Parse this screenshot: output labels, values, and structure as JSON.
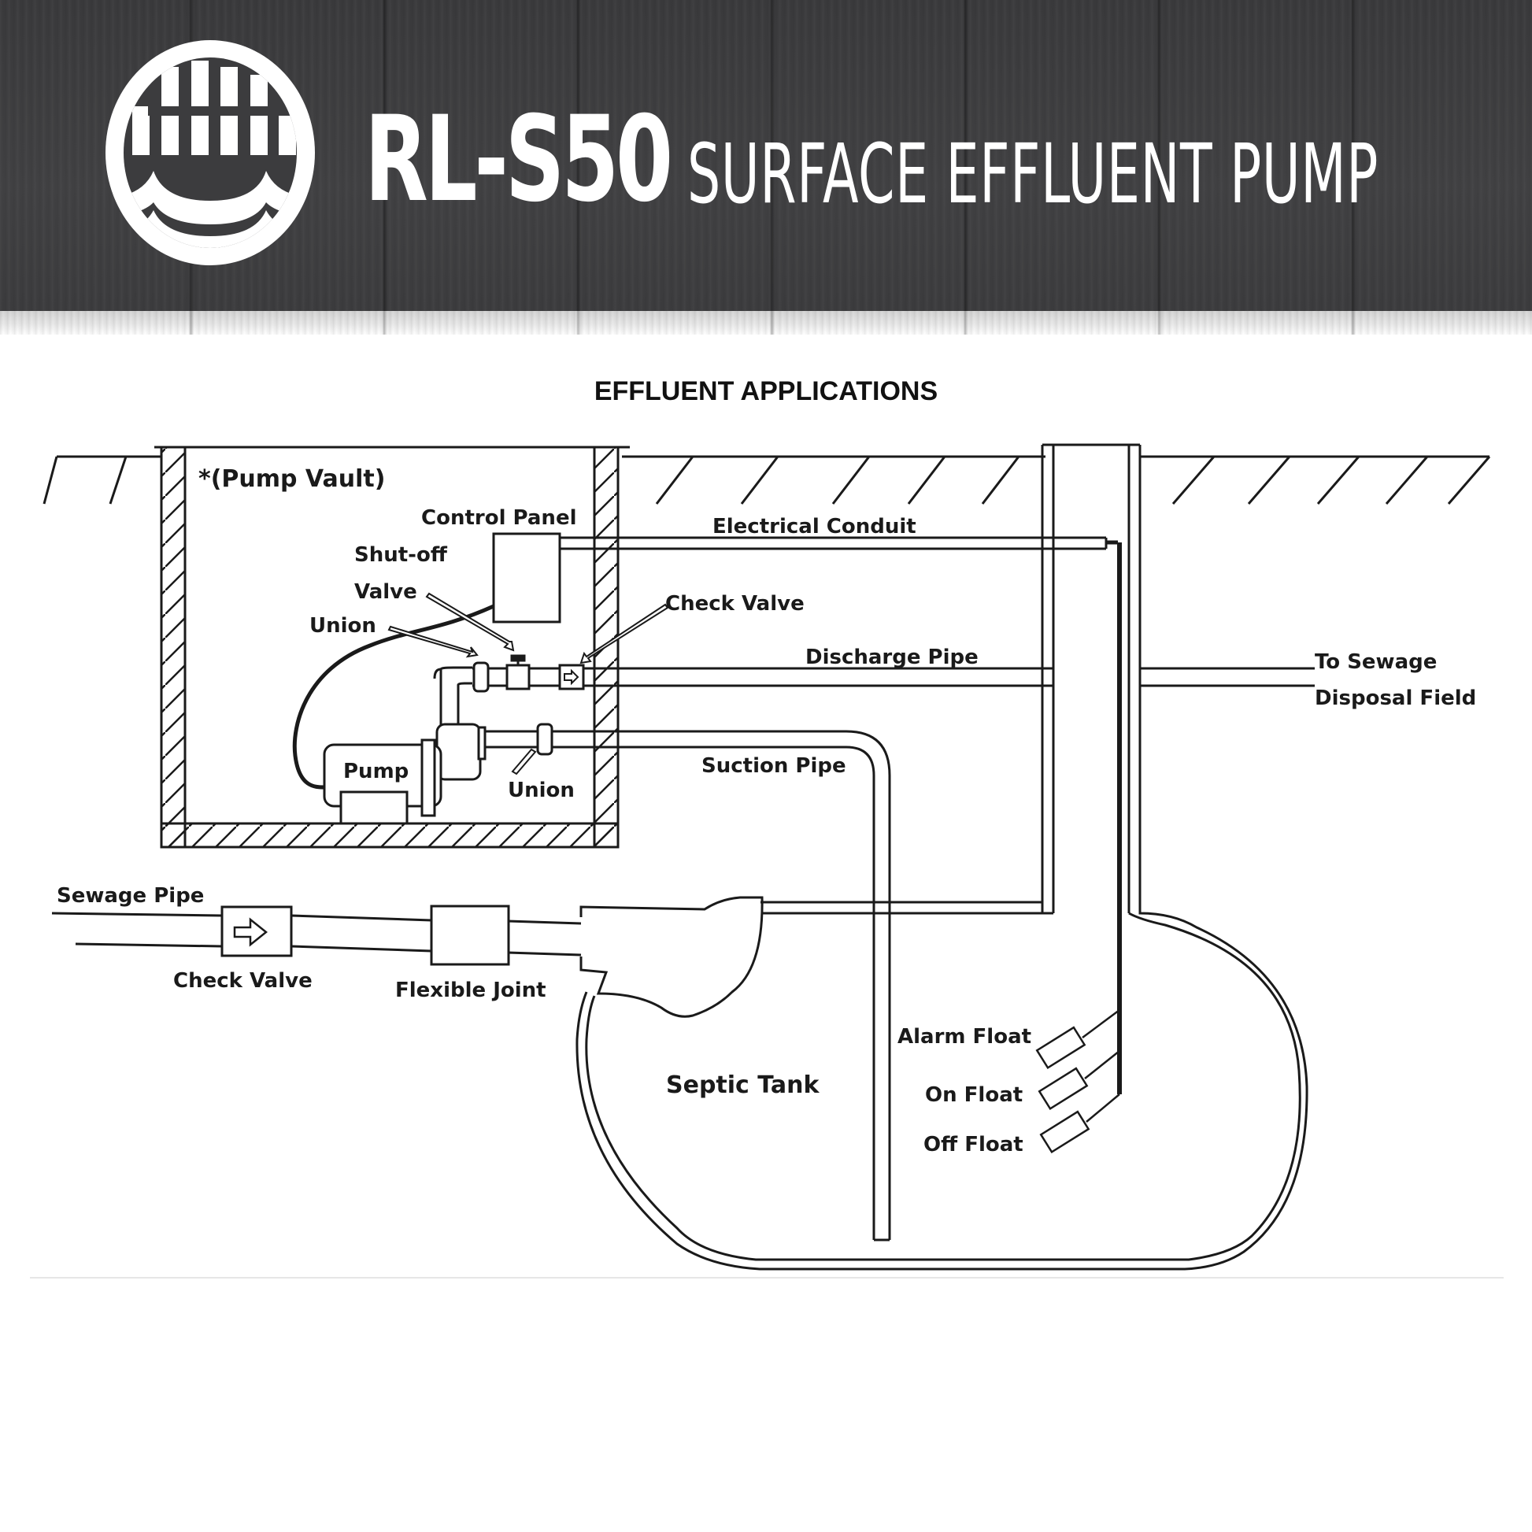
{
  "header": {
    "logo_alt": "grate over waves emblem",
    "model": "RL-S50",
    "product_name": "SURFACE EFFLUENT PUMP",
    "banner_color": "#3f3f41"
  },
  "diagram": {
    "title": "EFFLUENT APPLICATIONS",
    "labels": {
      "pump_vault": "*(Pump Vault)",
      "control_panel": "Control Panel",
      "shutoff_valve_line1": "Shut-off",
      "shutoff_valve_line2": "Valve",
      "union_upper": "Union",
      "check_valve_upper": "Check Valve",
      "electrical_conduit": "Electrical Conduit",
      "discharge_pipe": "Discharge Pipe",
      "to_sewage_line1": "To Sewage",
      "to_sewage_line2": "Disposal Field",
      "pump": "Pump",
      "union_lower": "Union",
      "suction_pipe": "Suction Pipe",
      "sewage_pipe": "Sewage Pipe",
      "check_valve_lower": "Check Valve",
      "flexible_joint": "Flexible Joint",
      "septic_tank": "Septic Tank",
      "alarm_float": "Alarm Float",
      "on_float": "On Float",
      "off_float": "Off Float"
    },
    "line_color": "#1a1a1a"
  }
}
